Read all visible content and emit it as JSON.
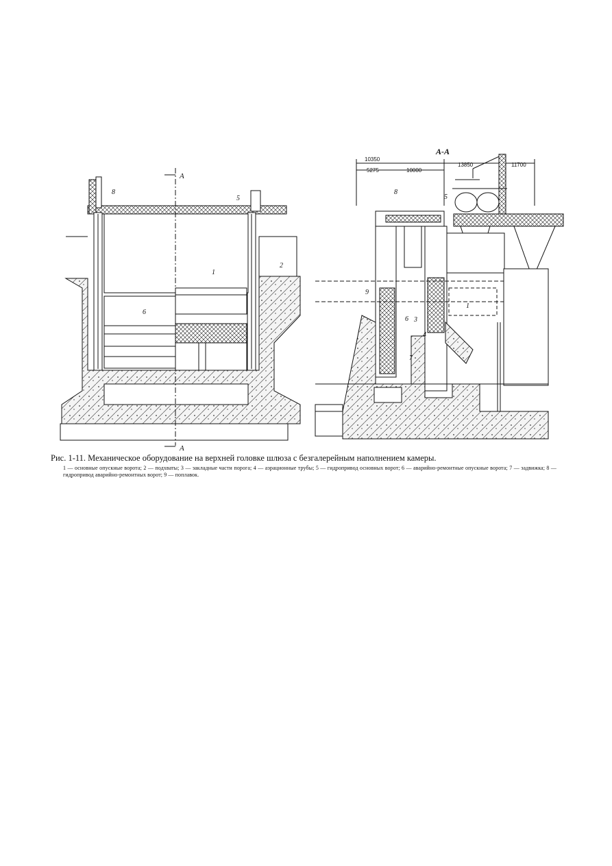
{
  "figure": {
    "section_label": "А-А",
    "section_marker": "А",
    "dimensions": {
      "d1": "10350",
      "d2": "13850",
      "d3": "11700",
      "d4": "5275",
      "d5": "10000"
    },
    "callouts": {
      "c1": "1",
      "c2": "2",
      "c3": "3",
      "c4": "4",
      "c5": "5",
      "c6": "6",
      "c7": "7",
      "c8": "8",
      "c9": "9"
    }
  },
  "caption": {
    "title": "Рис. 1-11. Механическое оборудование на верхней головке шлюза с безгалерейным наполнением камеры.",
    "legend": "1 — основные опускные ворота; 2 — подхваты; 3 — закладные части порога; 4 — аэрационные трубы; 5 — гидропривод основных ворот; 6 — аварийно-ремонтные опускные ворота; 7 — задвижка; 8 — гидропривод аварийно-ремонтных ворот; 9 — поплавок."
  }
}
